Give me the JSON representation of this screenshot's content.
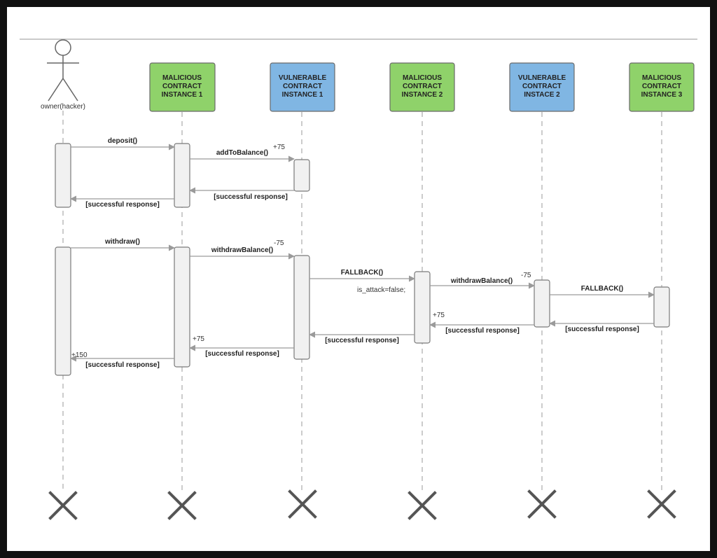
{
  "actor": {
    "label": "owner(hacker)"
  },
  "participants": [
    {
      "lines": [
        "MALICIOUS",
        "CONTRACT",
        "INSTANCE 1"
      ],
      "kind": "malicious"
    },
    {
      "lines": [
        "VULNERABLE",
        "CONTRACT",
        "INSTANCE 1"
      ],
      "kind": "vulnerable"
    },
    {
      "lines": [
        "MALICIOUS",
        "CONTRACT",
        "INSTANCE 2"
      ],
      "kind": "malicious"
    },
    {
      "lines": [
        "VULNERABLE",
        "CONTRACT",
        "INSTACE 2"
      ],
      "kind": "vulnerable"
    },
    {
      "lines": [
        "MALICIOUS",
        "CONTRACT",
        "INSTANCE 3"
      ],
      "kind": "malicious"
    }
  ],
  "messages": [
    {
      "label": "deposit()"
    },
    {
      "label": "addToBalance()"
    },
    {
      "label": "[successful response]"
    },
    {
      "label": "[successful response]"
    },
    {
      "label": "withdraw()"
    },
    {
      "label": "withdrawBalance()"
    },
    {
      "label": "FALLBACK()"
    },
    {
      "label": "withdrawBalance()"
    },
    {
      "label": "FALLBACK()"
    },
    {
      "label": "[successful response]"
    },
    {
      "label": "[successful response]"
    },
    {
      "label": "[successful response]"
    },
    {
      "label": "[successful response]"
    },
    {
      "label": "[successful response]"
    }
  ],
  "notes": {
    "plus75_a": "+75",
    "minus75_a": "-75",
    "minus75_b": "-75",
    "is_attack": "is_attack=false;",
    "plus75_b": "+75",
    "plus75_c": "+75",
    "plus150": "+150"
  },
  "colors": {
    "malicious_fill": "#8fd26a",
    "vulnerable_fill": "#80b6e3",
    "box_stroke": "#6a6a6a",
    "line": "#9a9a9a",
    "activation_fill": "#f1f1f1",
    "destroy": "#555555"
  }
}
